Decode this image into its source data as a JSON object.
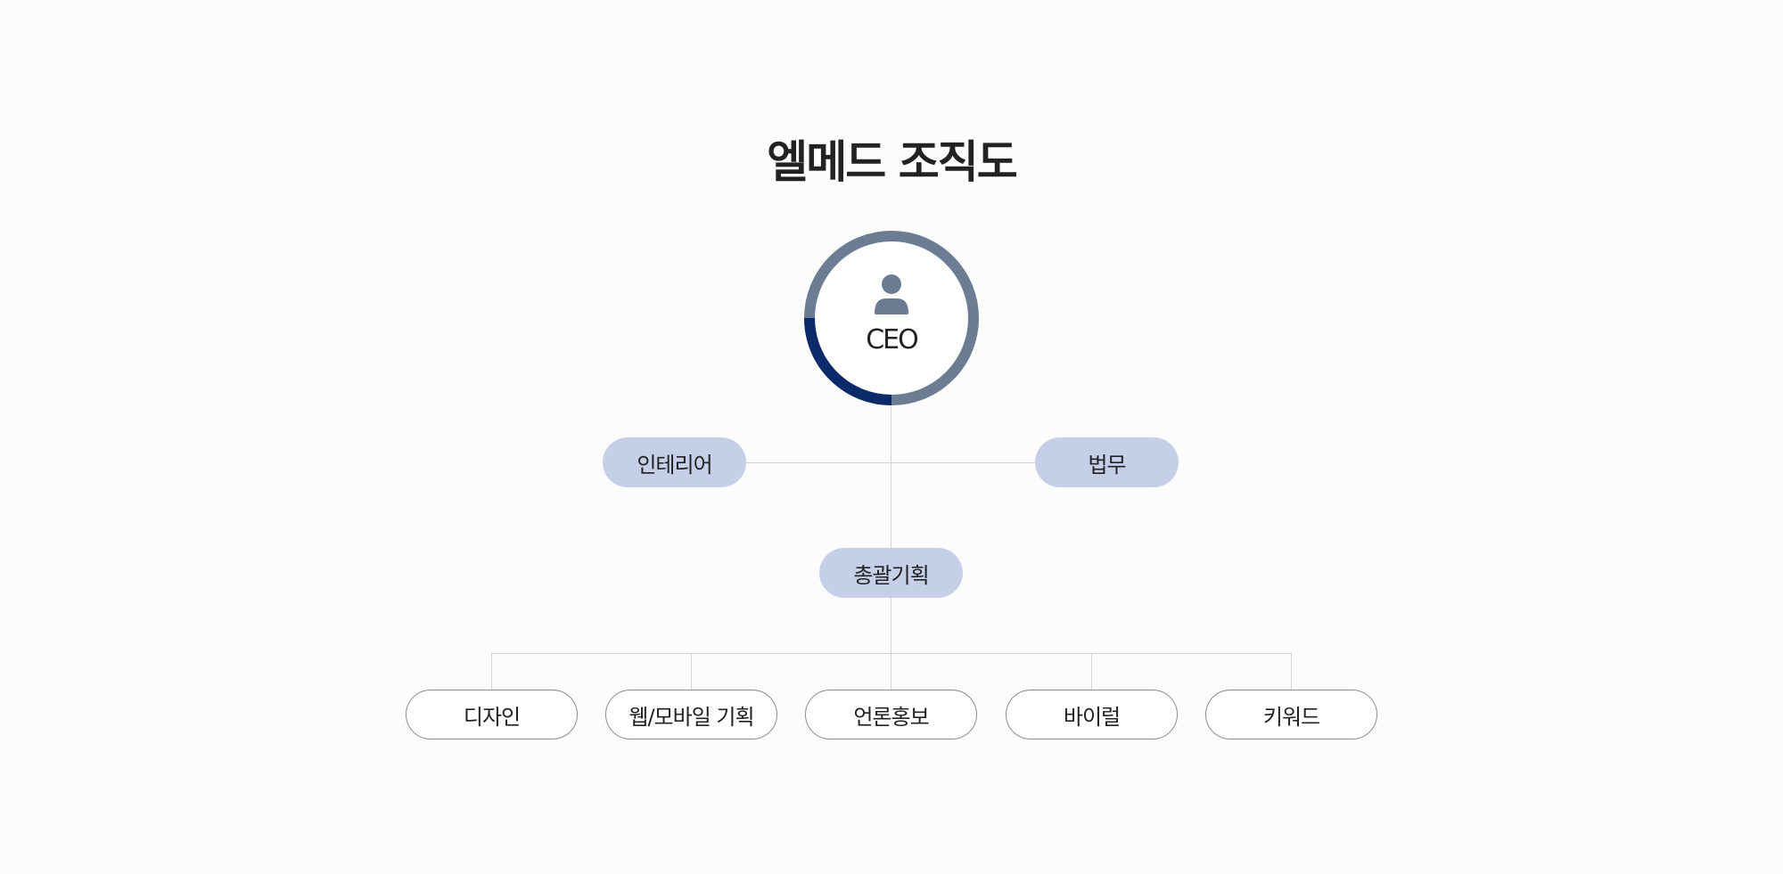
{
  "title": "엘메드 조직도",
  "ceo": {
    "label": "CEO",
    "icon": "person-icon"
  },
  "colors": {
    "ring": "#6b7c93",
    "ring_accent": "#0a2a6a",
    "dept_fill": "#c5d0e8"
  },
  "departments": {
    "left": "인테리어",
    "right": "법무",
    "center": "총괄기획"
  },
  "teams": [
    "디자인",
    "웹/모바일 기획",
    "언론홍보",
    "바이럴",
    "키워드"
  ]
}
